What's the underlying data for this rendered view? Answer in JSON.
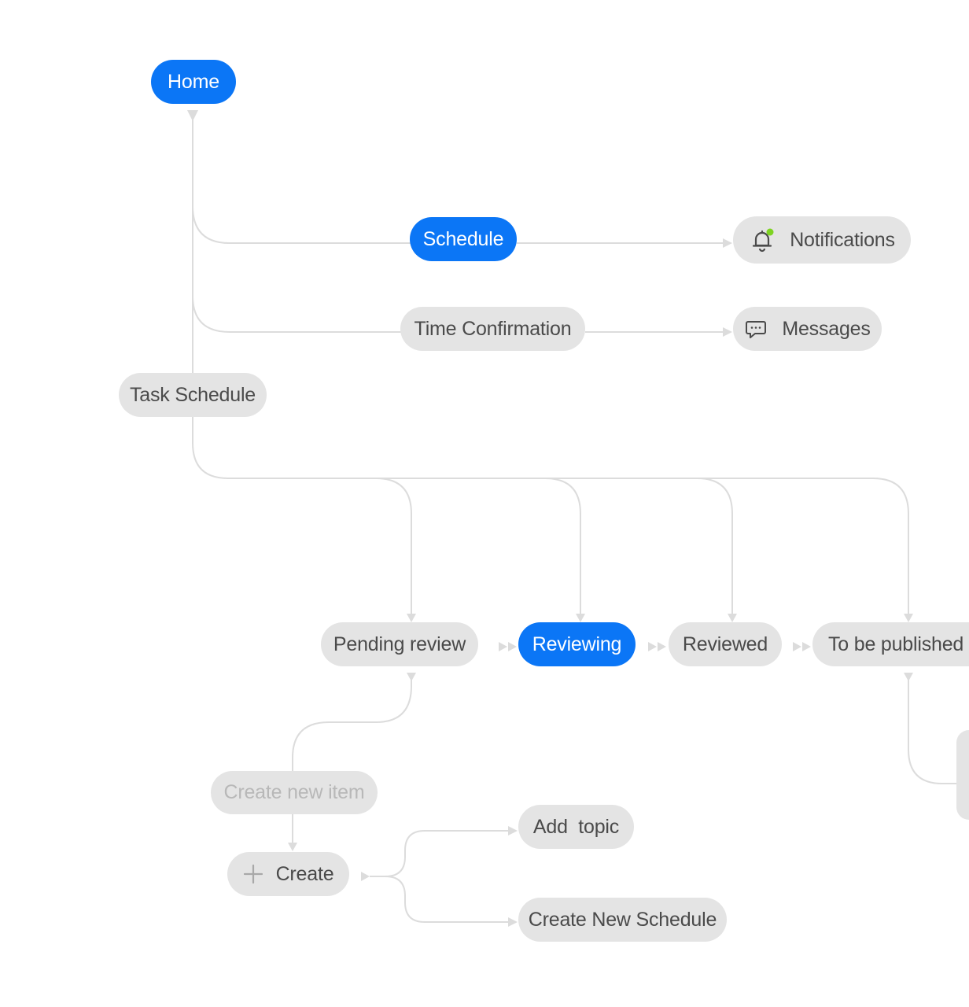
{
  "nodes": {
    "home": "Home",
    "schedule": "Schedule",
    "notifications": "Notifications",
    "time_confirmation": "Time Confirmation",
    "messages": "Messages",
    "task_schedule": "Task Schedule",
    "pending_review": "Pending review",
    "reviewing": "Reviewing",
    "reviewed": "Reviewed",
    "to_be_published": "To be published",
    "create_new_item": "Create new item",
    "create": "Create",
    "add_topic": "Add  topic",
    "create_new_schedule": "Create New Schedule"
  },
  "icons": {
    "notifications": "bell-icon",
    "messages": "chat-bubble-icon",
    "create": "plus-icon"
  },
  "colors": {
    "active": "#0b76f6",
    "node_bg": "#e4e4e4",
    "text": "#4a4a4a",
    "muted_text": "#b8b8b8",
    "connector": "#dcdcdc",
    "status_dot": "#7ed321"
  }
}
